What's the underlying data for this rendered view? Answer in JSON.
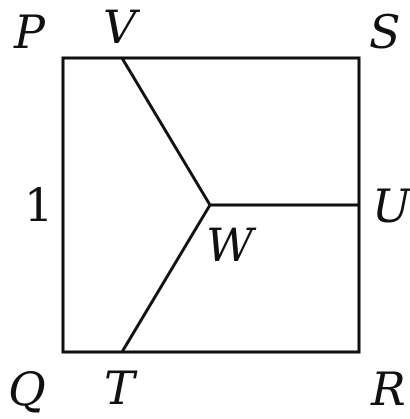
{
  "diagram": {
    "labels": {
      "P": "P",
      "V": "V",
      "S": "S",
      "U": "U",
      "W": "W",
      "Q": "Q",
      "T": "T",
      "R": "R",
      "side": "1"
    },
    "colors": {
      "stroke": "#111111",
      "background": "#ffffff"
    }
  }
}
